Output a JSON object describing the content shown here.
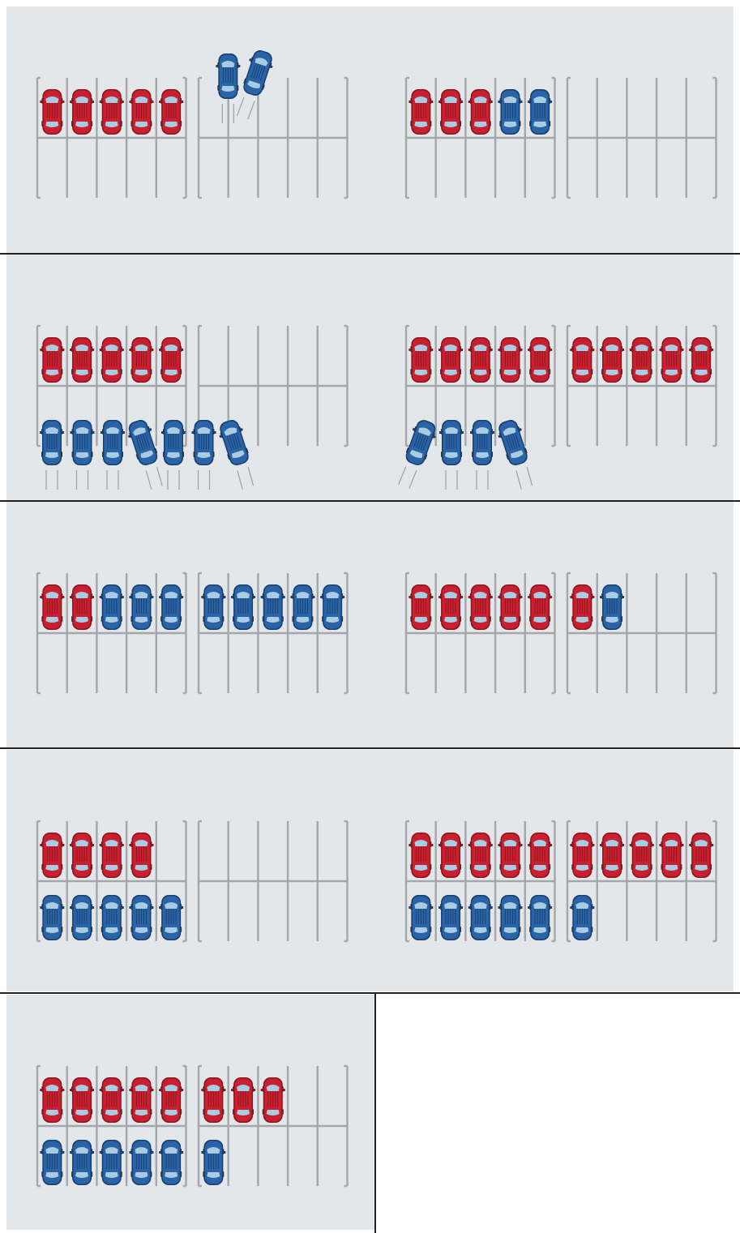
{
  "colors": {
    "background": "#e3e7ea",
    "line": "#a3a7ab",
    "red_body": "#c8202f",
    "red_dark": "#8e1420",
    "blue_body": "#2a64a6",
    "blue_dark": "#173f6e",
    "window": "#a9cbe3",
    "divider": "#222222"
  },
  "scenes": [
    {
      "id": 1,
      "lot_a_top": [
        "red",
        "red",
        "red",
        "red",
        "red"
      ],
      "lot_a_bottom": [],
      "lot_b_top": [],
      "lot_b_bottom": [],
      "incoming": [
        "blue",
        "blue"
      ]
    },
    {
      "id": 2,
      "lot_a_top": [
        "red",
        "red",
        "red",
        "blue",
        "blue"
      ],
      "lot_a_bottom": [],
      "lot_b_top": [],
      "lot_b_bottom": [],
      "incoming": []
    },
    {
      "id": 3,
      "lot_a_top": [
        "red",
        "red",
        "red",
        "red",
        "red"
      ],
      "lot_a_bottom": [],
      "lot_b_top": [],
      "lot_b_bottom": [],
      "incoming": [
        "blue",
        "blue",
        "blue",
        "blue",
        "blue",
        "blue",
        "blue"
      ]
    },
    {
      "id": 4,
      "lot_a_top": [
        "red",
        "red",
        "red",
        "red",
        "red"
      ],
      "lot_a_bottom": [],
      "lot_b_top": [
        "red",
        "red",
        "red",
        "red",
        "red"
      ],
      "lot_b_bottom": [],
      "incoming": [
        "blue",
        "blue",
        "blue",
        "blue"
      ]
    },
    {
      "id": 5,
      "lot_a_top": [
        "red",
        "red",
        "blue",
        "blue",
        "blue"
      ],
      "lot_a_bottom": [],
      "lot_b_top": [
        "blue",
        "blue",
        "blue",
        "blue",
        "blue"
      ],
      "lot_b_bottom": [],
      "incoming": []
    },
    {
      "id": 6,
      "lot_a_top": [
        "red",
        "red",
        "red",
        "red",
        "red"
      ],
      "lot_a_bottom": [],
      "lot_b_top": [
        "red",
        "blue"
      ],
      "lot_b_bottom": [],
      "incoming": []
    },
    {
      "id": 7,
      "lot_a_top": [
        "red",
        "red",
        "red",
        "red"
      ],
      "lot_a_bottom": [
        "blue",
        "blue",
        "blue",
        "blue",
        "blue"
      ],
      "lot_b_top": [],
      "lot_b_bottom": [],
      "incoming": []
    },
    {
      "id": 8,
      "lot_a_top": [
        "red",
        "red",
        "red",
        "red",
        "red"
      ],
      "lot_a_bottom": [
        "blue",
        "blue",
        "blue",
        "blue",
        "blue"
      ],
      "lot_b_top": [
        "red",
        "red",
        "red",
        "red",
        "red"
      ],
      "lot_b_bottom": [
        "blue"
      ],
      "incoming": []
    },
    {
      "id": 9,
      "lot_a_top": [
        "red",
        "red",
        "red",
        "red",
        "red"
      ],
      "lot_a_bottom": [
        "blue",
        "blue",
        "blue",
        "blue",
        "blue"
      ],
      "lot_b_top": [
        "red",
        "red",
        "red"
      ],
      "lot_b_bottom": [
        "blue"
      ],
      "incoming": []
    }
  ]
}
